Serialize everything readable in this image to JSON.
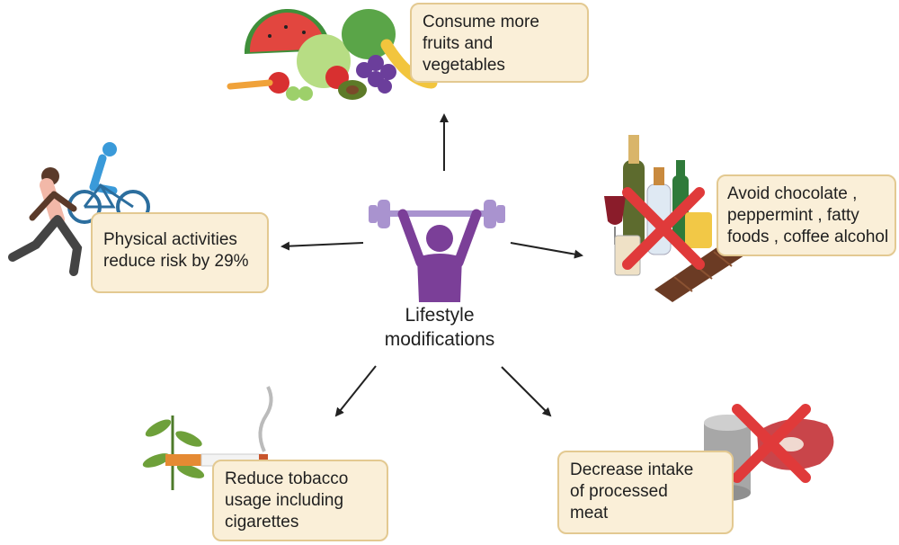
{
  "center": {
    "label": "Lifestyle\nmodifications",
    "icon": "weightlifter-icon"
  },
  "nodes": [
    {
      "id": "fruits",
      "text": "Consume more\nfruits and\nvegetables",
      "icon": "fruits-vegetables-icon"
    },
    {
      "id": "avoid",
      "text": "Avoid chocolate ,\npeppermint , fatty\nfoods , coffee alcohol",
      "icon": "alcohol-chocolate-crossed-icon"
    },
    {
      "id": "physical",
      "text": "Physical activities\nreduce risk by 29%",
      "icon": "runner-cyclist-icon"
    },
    {
      "id": "tobacco",
      "text": "Reduce tobacco\nusage including\ncigarettes",
      "icon": "cigarette-tobacco-icon"
    },
    {
      "id": "meat",
      "text": "Decrease intake\nof processed\nmeat",
      "icon": "processed-meat-crossed-icon"
    }
  ],
  "colors": {
    "box_fill": "#faefd8",
    "box_border": "#e3c991",
    "person": "#7b3f98",
    "barbell": "#a993cf",
    "cross": "#e03a3a"
  }
}
